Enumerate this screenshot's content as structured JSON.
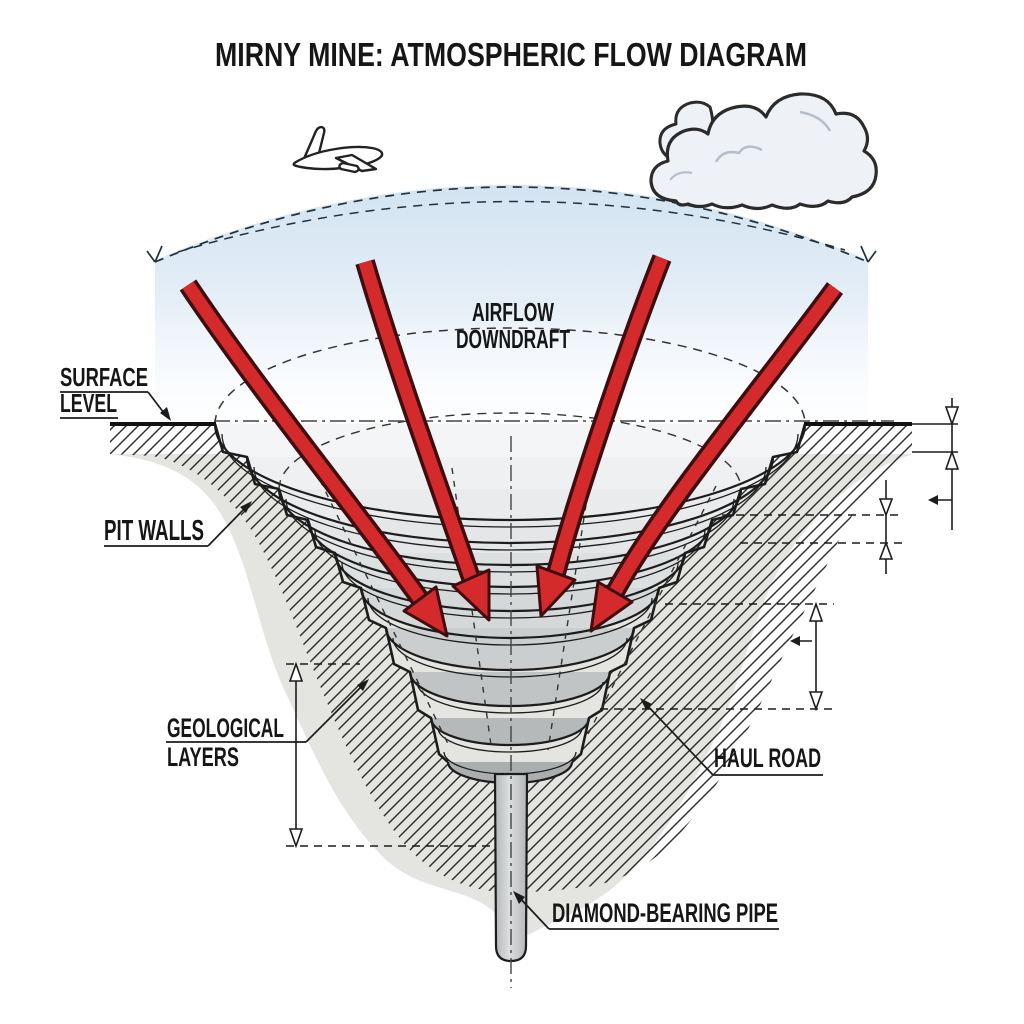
{
  "title": "MIRNY MINE: ATMOSPHERIC FLOW DIAGRAM",
  "annotations": {
    "airflow": {
      "line1": "AIRFLOW",
      "line2": "DOWNDRAFT"
    },
    "surface_level": {
      "line1": "SURFACE",
      "line2": "LEVEL"
    },
    "pit_walls": {
      "label": "PIT WALLS"
    },
    "geological_layers": {
      "line1": "GEOLOGICAL",
      "line2": "LAYERS"
    },
    "haul_road": {
      "label": "HAUL ROAD"
    },
    "diamond_pipe": {
      "label": "DIAMOND-BEARING PIPE"
    }
  },
  "icons": {
    "airplane": "airplane-icon",
    "cloud": "cloud-icon",
    "downdraft_arrows": "red-downdraft-arrow",
    "dimension_marks": "open-arrow-dimension-marker"
  },
  "colors": {
    "arrow_red": "#d42a2c",
    "arrow_outline": "#3f0d10",
    "sky_blue": "#c8ddee",
    "ground_blob_gray": "#e4e4e1",
    "pit_light": "#f4f5f6",
    "pit_dark": "#abaeaf",
    "line_ink": "#1c1c1c"
  }
}
